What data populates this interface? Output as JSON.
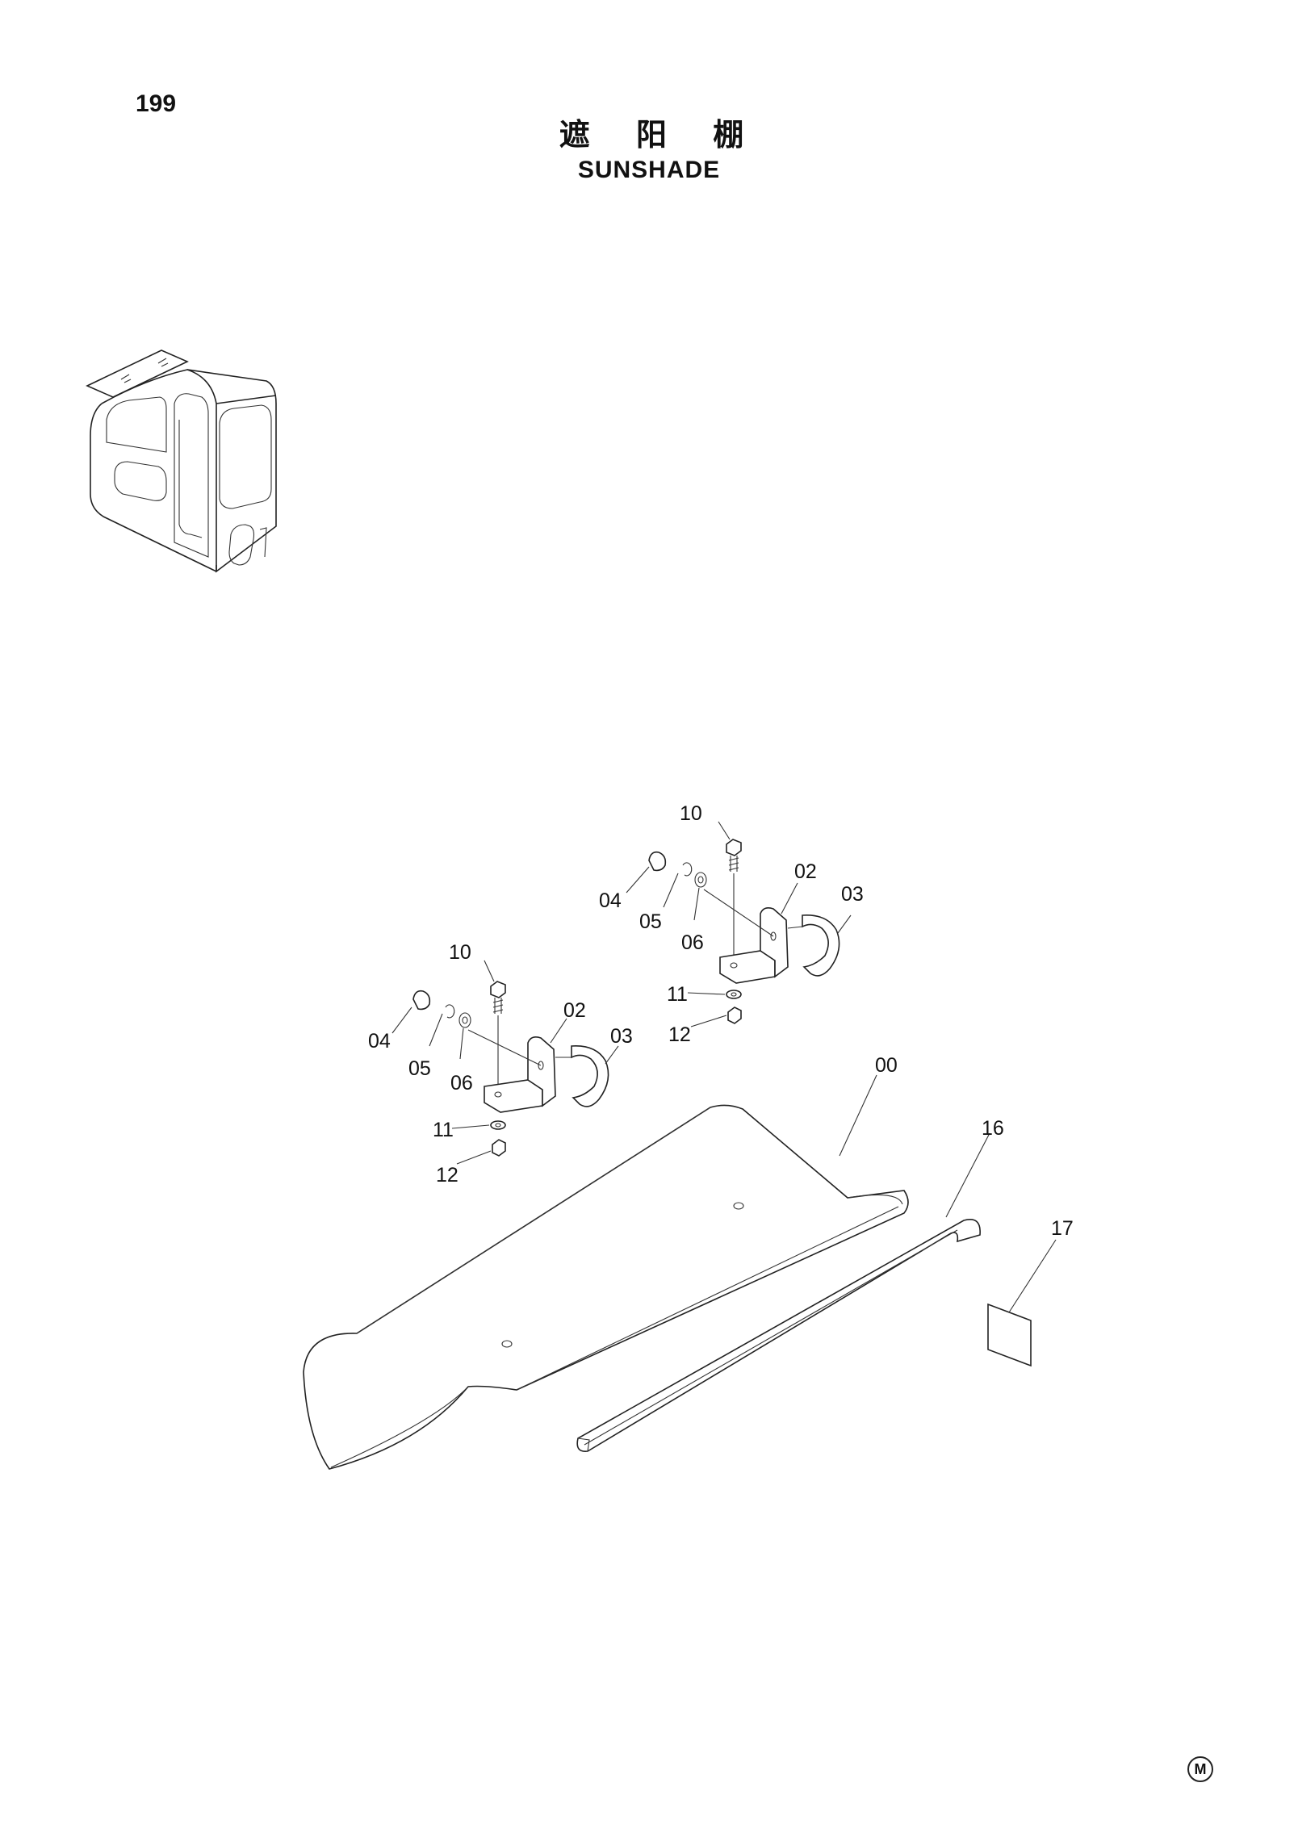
{
  "page": {
    "number": "199"
  },
  "title": {
    "chinese": "遮 阳 棚",
    "english": "SUNSHADE"
  },
  "callouts": [
    {
      "id": "c10a",
      "text": "10"
    },
    {
      "id": "c04a",
      "text": "04"
    },
    {
      "id": "c05a",
      "text": "05"
    },
    {
      "id": "c06a",
      "text": "06"
    },
    {
      "id": "c02a",
      "text": "02"
    },
    {
      "id": "c03a",
      "text": "03"
    },
    {
      "id": "c11a",
      "text": "11"
    },
    {
      "id": "c12a",
      "text": "12"
    },
    {
      "id": "c10b",
      "text": "10"
    },
    {
      "id": "c04b",
      "text": "04"
    },
    {
      "id": "c05b",
      "text": "05"
    },
    {
      "id": "c06b",
      "text": "06"
    },
    {
      "id": "c02b",
      "text": "02"
    },
    {
      "id": "c03b",
      "text": "03"
    },
    {
      "id": "c11b",
      "text": "11"
    },
    {
      "id": "c12b",
      "text": "12"
    },
    {
      "id": "c00",
      "text": "00"
    },
    {
      "id": "c16",
      "text": "16"
    },
    {
      "id": "c17",
      "text": "17"
    }
  ],
  "footer": {
    "mark": "M"
  }
}
